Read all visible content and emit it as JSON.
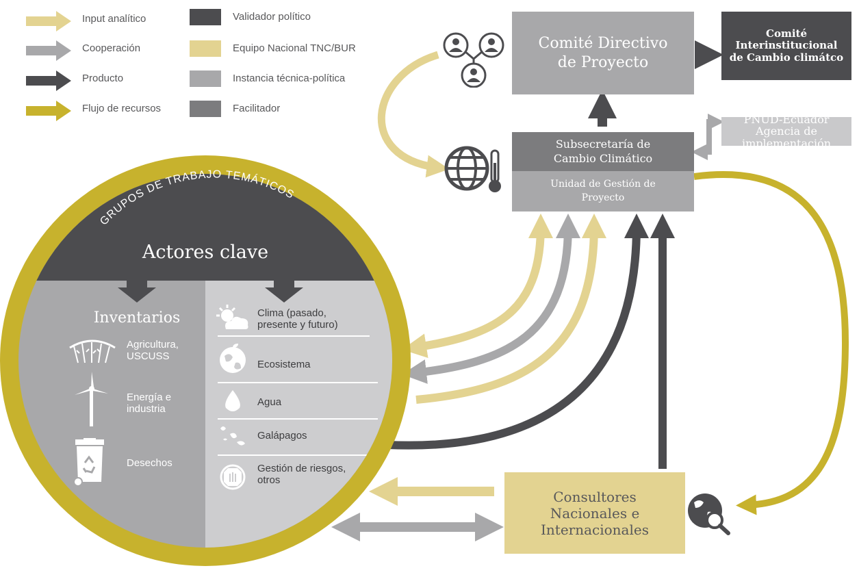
{
  "legend": {
    "arrows": [
      {
        "label": "Input analítico",
        "color": "#e3d391"
      },
      {
        "label": "Cooperación",
        "color": "#a8a8aa"
      },
      {
        "label": "Producto",
        "color": "#4c4c4f"
      },
      {
        "label": "Flujo de recursos",
        "color": "#c7b22d"
      }
    ],
    "swatches": [
      {
        "label": "Validador político",
        "color": "#4c4c4f"
      },
      {
        "label": "Equipo Nacional TNC/BUR",
        "color": "#e3d391"
      },
      {
        "label": "Instancia técnica-política",
        "color": "#a8a8aa"
      },
      {
        "label": "Facilitador",
        "color": "#7c7c7e"
      }
    ]
  },
  "boxes": {
    "comite_directivo": "Comité Directivo de Proyecto",
    "comite_interinstitucional": "Comité Interinstitucional de Cambio climátco",
    "pnud": "PNUD-Ecuador Agencia de implementación",
    "subsecretaria": "Subsecretaría de Cambio Climático",
    "unidad_gestion": "Unidad de Gestión de Proyecto",
    "consultores": "Consultores Nacionales e Internacionales"
  },
  "circle": {
    "ring_title": "GRUPOS DE TRABAJO TEMÁTICOS",
    "header": "Actores clave",
    "inventarios_title": "Inventarios",
    "inventarios": [
      {
        "label": "Agricultura, USCUSS",
        "icon": "agriculture-icon"
      },
      {
        "label": "Energía e industria",
        "icon": "wind-turbine-icon"
      },
      {
        "label": "Desechos",
        "icon": "recycle-bin-icon"
      }
    ],
    "topics": [
      {
        "label": "Clima (pasado, presente y futuro)",
        "icon": "weather-icon"
      },
      {
        "label": "Ecosistema",
        "icon": "globe-leaf-icon"
      },
      {
        "label": "Agua",
        "icon": "water-drop-icon"
      },
      {
        "label": "Galápagos",
        "icon": "islands-icon"
      },
      {
        "label": "Gestión de riesgos, otros",
        "icon": "stop-sign-icon"
      }
    ]
  },
  "colors": {
    "gold": "#c7b22d",
    "cream": "#e3d391",
    "dark": "#4c4c4f",
    "mid": "#7c7c7e",
    "light": "#a8a8aa"
  }
}
